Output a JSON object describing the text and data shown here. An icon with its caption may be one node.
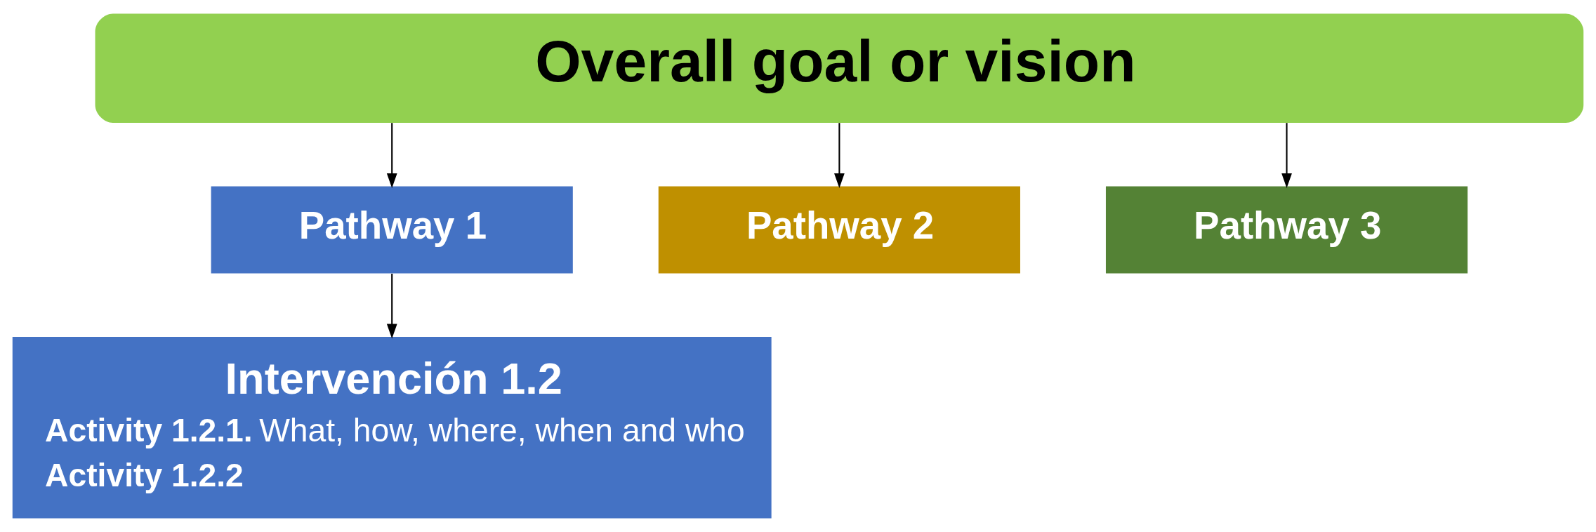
{
  "diagram": {
    "nodes": [
      {
        "text": [
          "Overall goal or vision"
        ]
      },
      {
        "text": [
          "Pathway 1"
        ]
      },
      {
        "text": [
          "Pathway 2"
        ]
      },
      {
        "text": [
          "Pathway 3"
        ]
      },
      {
        "text": [
          "Intervención 1.2",
          "**Activity 1.2.1.** What, how, where, when and who",
          "Activity 1.2.2"
        ]
      }
    ],
    "edges": [
      {
        "from": 0,
        "to": 1,
        "arrow": "to"
      },
      {
        "from": 0,
        "to": 2,
        "arrow": "to"
      },
      {
        "from": 0,
        "to": 3,
        "arrow": "to"
      },
      {
        "from": 1,
        "to": 4,
        "arrow": "to"
      }
    ]
  }
}
